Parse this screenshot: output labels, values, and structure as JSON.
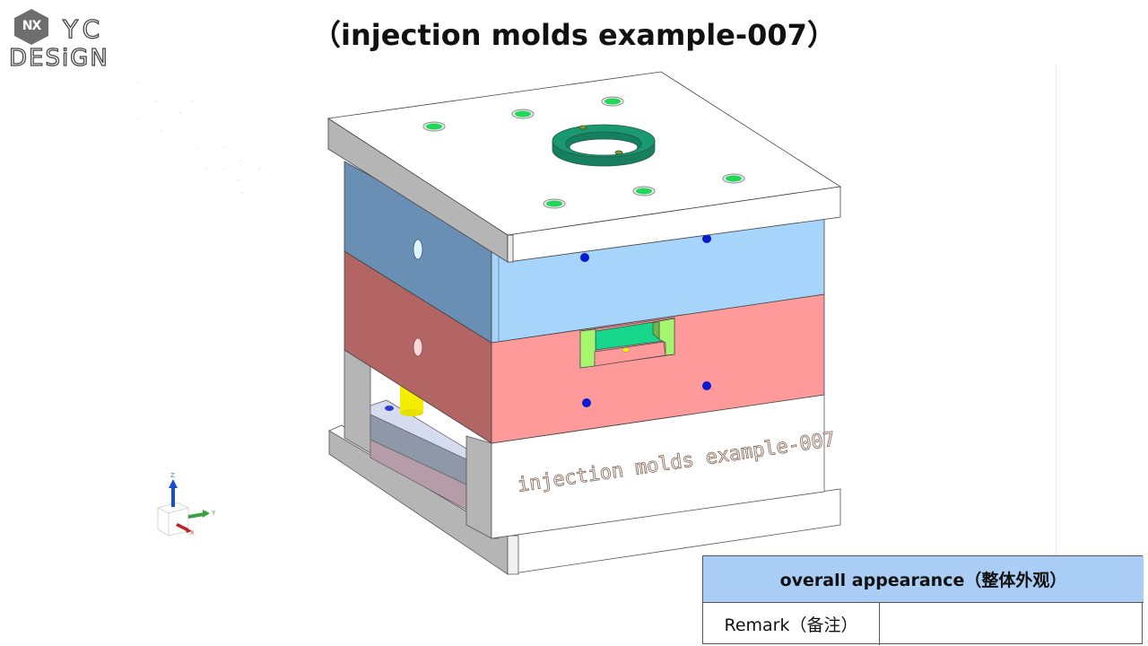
{
  "logo": {
    "badge": "NX",
    "line1": "YC",
    "line2": "DESiGN"
  },
  "title": "（injection molds example-007）",
  "model": {
    "engraved_text": "injection molds example-007",
    "axes": {
      "z": "Z",
      "y": "Y",
      "x": "X"
    },
    "colors": {
      "top_clamp_plate": "#ffffff",
      "plate_side": "#b5b5b5",
      "cavity_plate_front": "#a6d4fa",
      "cavity_plate_side": "#6a8fb4",
      "core_plate_front": "#ff9a9a",
      "core_plate_side": "#b36563",
      "locating_ring": "#1a9870",
      "screw_heads": "#22d65a",
      "cooling_holes": "#0a1ad0",
      "insert_green": "#16d68c",
      "insert_lime": "#a6f56e",
      "return_pin": "#f5ee00",
      "ejector_plate": "#d6dcf0",
      "ejector_retainer": "#b69ba8"
    }
  },
  "info_table": {
    "header": "overall appearance（整体外观）",
    "rows": [
      {
        "label": "Remark（备注）",
        "value": ""
      }
    ]
  }
}
